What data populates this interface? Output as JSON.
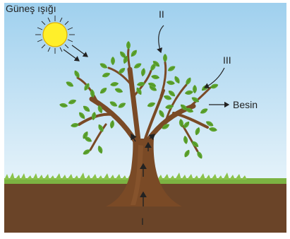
{
  "labels": {
    "sunlight": "Güneş ışığı",
    "i": "I",
    "ii": "II",
    "iii": "III",
    "food": "Besin"
  },
  "colors": {
    "sky": "#cfe7f5",
    "soil": "#6a4428",
    "grass": "#7cb342",
    "trunk": "#7a4a26",
    "leaf": "#5ea52f",
    "sun": "#ffef2a"
  }
}
